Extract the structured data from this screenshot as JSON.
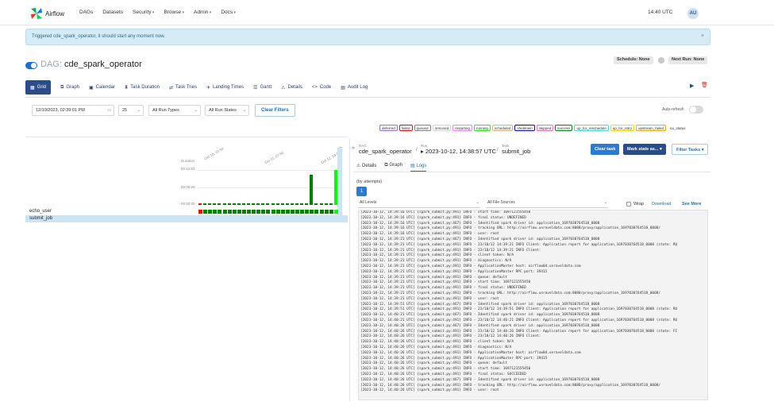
{
  "nav": {
    "brand": "Airflow",
    "links": [
      {
        "label": "DAGs",
        "dropdown": false
      },
      {
        "label": "Datasets",
        "dropdown": false
      },
      {
        "label": "Security",
        "dropdown": true
      },
      {
        "label": "Browse",
        "dropdown": true
      },
      {
        "label": "Admin",
        "dropdown": true
      },
      {
        "label": "Docs",
        "dropdown": true
      }
    ],
    "clock": "14:40 UTC",
    "avatar": "AU"
  },
  "banner": {
    "text": "Triggered cde_spark_operator, it should start any moment now.",
    "close": "×"
  },
  "dag": {
    "prefix": "DAG:",
    "name": "cde_spark_operator",
    "schedule": "Schedule: None",
    "next_run": "Next Run: None"
  },
  "tabs": [
    {
      "label": "Grid",
      "icon": "grid-icon",
      "active": true
    },
    {
      "label": "Graph",
      "icon": "graph-icon",
      "active": false
    },
    {
      "label": "Calendar",
      "icon": "calendar-icon",
      "active": false
    },
    {
      "label": "Task Duration",
      "icon": "hourglass-icon",
      "active": false
    },
    {
      "label": "Task Tries",
      "icon": "tries-icon",
      "active": false
    },
    {
      "label": "Landing Times",
      "icon": "landing-icon",
      "active": false
    },
    {
      "label": "Gantt",
      "icon": "gantt-icon",
      "active": false
    },
    {
      "label": "Details",
      "icon": "warning-icon",
      "active": false
    },
    {
      "label": "Code",
      "icon": "code-icon",
      "active": false
    },
    {
      "label": "Audit Log",
      "icon": "log-icon",
      "active": false
    }
  ],
  "filters": {
    "date": "12/10/2023, 02:39:01 PM",
    "limit": "25",
    "run_types": "All Run Types",
    "run_states": "All Run States",
    "clear": "Clear Filters",
    "auto_refresh": "Auto-refresh"
  },
  "legend": [
    {
      "label": "deferred",
      "color": "#9370db"
    },
    {
      "label": "failed",
      "color": "#ff0000"
    },
    {
      "label": "queued",
      "color": "#808080"
    },
    {
      "label": "removed",
      "color": "#d3d3d3"
    },
    {
      "label": "restarting",
      "color": "#ee82ee"
    },
    {
      "label": "running",
      "color": "#00ff00"
    },
    {
      "label": "scheduled",
      "color": "#d2b48c"
    },
    {
      "label": "shutdown",
      "color": "#0000ff"
    },
    {
      "label": "skipped",
      "color": "#ff69b4"
    },
    {
      "label": "success",
      "color": "#008000"
    },
    {
      "label": "up_for_reschedule",
      "color": "#40e0d0"
    },
    {
      "label": "up_for_retry",
      "color": "#ffd700"
    },
    {
      "label": "upstream_failed",
      "color": "#ffa500"
    },
    {
      "label": "no_status",
      "color": "#ffffff"
    }
  ],
  "grid": {
    "duration_label": "Duration",
    "ticks": [
      "00:12:53",
      "00:06:26",
      "00:00:00"
    ],
    "dates": [
      "Oct 10, 10:50",
      "Oct 11, 07:50",
      "Oct 12, 14:38"
    ],
    "run_durations_sec": [
      2,
      1,
      1,
      1,
      1,
      1,
      1,
      1,
      1,
      1,
      1,
      1,
      1,
      1,
      1,
      1,
      1,
      1,
      1,
      1,
      1,
      1,
      1,
      660,
      1,
      1,
      1,
      1,
      773
    ],
    "run_states": [
      "failed",
      "success",
      "success",
      "success",
      "success",
      "success",
      "success",
      "success",
      "success",
      "success",
      "success",
      "success",
      "success",
      "success",
      "success",
      "success",
      "success",
      "success",
      "success",
      "success",
      "success",
      "success",
      "success",
      "success",
      "success",
      "success",
      "success",
      "success",
      "running"
    ],
    "tasks": [
      {
        "name": "echo_user",
        "selected": false
      },
      {
        "name": "submit_job",
        "selected": true
      }
    ]
  },
  "details": {
    "dag_label": "DAG",
    "dag_name": "cde_spark_operator",
    "run_label": "Run",
    "run_name": "2023-10-12, 14:38:57 UTC",
    "task_label": "Task",
    "task_name": "submit_job",
    "clear_task": "Clear task",
    "mark_state": "Mark state as...",
    "filter_tasks": "Filter Tasks",
    "subtabs": [
      "Details",
      "Graph",
      "Logs"
    ],
    "attempts_label": "(by attempts)",
    "attempt": "1",
    "level_select": "All Levels",
    "source_select": "All File Sources",
    "wrap": "Wrap",
    "download": "Download",
    "see_more": "See More"
  },
  "logs": [
    "[2023-10-12, 14:39:16 UTC] {spark_submit.py:491} INFO - start time: 1697121555450",
    "[2023-10-12, 14:39:16 UTC] {spark_submit.py:491} INFO - final status: UNDEFINED",
    "[2023-10-12, 14:39:16 UTC] {spark_submit.py:467} INFO - Identified spark driver id: application_1697030764518_0008",
    "[2023-10-12, 14:39:16 UTC] {spark_submit.py:491} INFO - tracking URL: http://airflow.unraveldata.com:8088/proxy/application_1697030764518_0008/",
    "[2023-10-12, 14:39:16 UTC] {spark_submit.py:491} INFO - user: root",
    "[2023-10-12, 14:39:21 UTC] {spark_submit.py:467} INFO - Identified spark driver id: application_1697030764518_0008",
    "[2023-10-12, 14:39:21 UTC] {spark_submit.py:491} INFO - 23/10/12 14:39:21 INFO Client: Application report for application_1697030764518_0008 (state: RU",
    "[2023-10-12, 14:39:21 UTC] {spark_submit.py:491} INFO - 23/10/12 14:39:21 INFO Client:",
    "[2023-10-12, 14:39:21 UTC] {spark_submit.py:491} INFO - client token: N/A",
    "[2023-10-12, 14:39:21 UTC] {spark_submit.py:491} INFO - diagnostics: N/A",
    "[2023-10-12, 14:39:21 UTC] {spark_submit.py:491} INFO - ApplicationMaster host: airflow04.unraveldata.com",
    "[2023-10-12, 14:39:21 UTC] {spark_submit.py:491} INFO - ApplicationMaster RPC port: 39415",
    "[2023-10-12, 14:39:21 UTC] {spark_submit.py:491} INFO - queue: default",
    "[2023-10-12, 14:39:21 UTC] {spark_submit.py:491} INFO - start time: 1697121555450",
    "[2023-10-12, 14:39:21 UTC] {spark_submit.py:491} INFO - final status: UNDEFINED",
    "[2023-10-12, 14:39:21 UTC] {spark_submit.py:491} INFO - tracking URL: http://airflow.unraveldata.com:8088/proxy/application_1697030764518_0008/",
    "[2023-10-12, 14:39:21 UTC] {spark_submit.py:491} INFO - user: root",
    "[2023-10-12, 14:39:51 UTC] {spark_submit.py:467} INFO - Identified spark driver id: application_1697030764518_0008",
    "[2023-10-12, 14:39:51 UTC] {spark_submit.py:491} INFO - 23/10/12 14:39:51 INFO Client: Application report for application_1697030764518_0008 (state: RU",
    "[2023-10-12, 14:40:21 UTC] {spark_submit.py:467} INFO - Identified spark driver id: application_1697030764518_0008",
    "[2023-10-12, 14:40:21 UTC] {spark_submit.py:491} INFO - 23/10/12 14:40:21 INFO Client: Application report for application_1697030764518_0008 (state: RU",
    "[2023-10-12, 14:40:26 UTC] {spark_submit.py:467} INFO - Identified spark driver id: application_1697030764518_0008",
    "[2023-10-12, 14:40:26 UTC] {spark_submit.py:491} INFO - 23/10/12 14:40:26 INFO Client: Application report for application_1697030764518_0008 (state: FI",
    "[2023-10-12, 14:40:26 UTC] {spark_submit.py:491} INFO - 23/10/12 14:40:26 INFO Client:",
    "[2023-10-12, 14:40:26 UTC] {spark_submit.py:491} INFO - client token: N/A",
    "[2023-10-12, 14:40:26 UTC] {spark_submit.py:491} INFO - diagnostics: N/A",
    "[2023-10-12, 14:40:26 UTC] {spark_submit.py:491} INFO - ApplicationMaster host: airflow04.unraveldata.com",
    "[2023-10-12, 14:40:26 UTC] {spark_submit.py:491} INFO - ApplicationMaster RPC port: 39415",
    "[2023-10-12, 14:40:26 UTC] {spark_submit.py:491} INFO - queue: default",
    "[2023-10-12, 14:40:26 UTC] {spark_submit.py:491} INFO - start time: 1697121555450",
    "[2023-10-12, 14:40:26 UTC] {spark_submit.py:491} INFO - final status: SUCCEEDED",
    "[2023-10-12, 14:40:26 UTC] {spark_submit.py:467} INFO - Identified spark driver id: application_1697030764518_0008",
    "[2023-10-12, 14:40:26 UTC] {spark_submit.py:491} INFO - tracking URL: http://airflow.unraveldata.com:8088/proxy/application_1697030764518_0008/",
    "[2023-10-12, 14:40:26 UTC] {spark_submit.py:491} INFO - user: root"
  ],
  "colors": {
    "accent": "#2a4d8a",
    "link": "#1f6fb3",
    "success": "#008000",
    "failed": "#ff0000",
    "running": "#00ff00"
  }
}
